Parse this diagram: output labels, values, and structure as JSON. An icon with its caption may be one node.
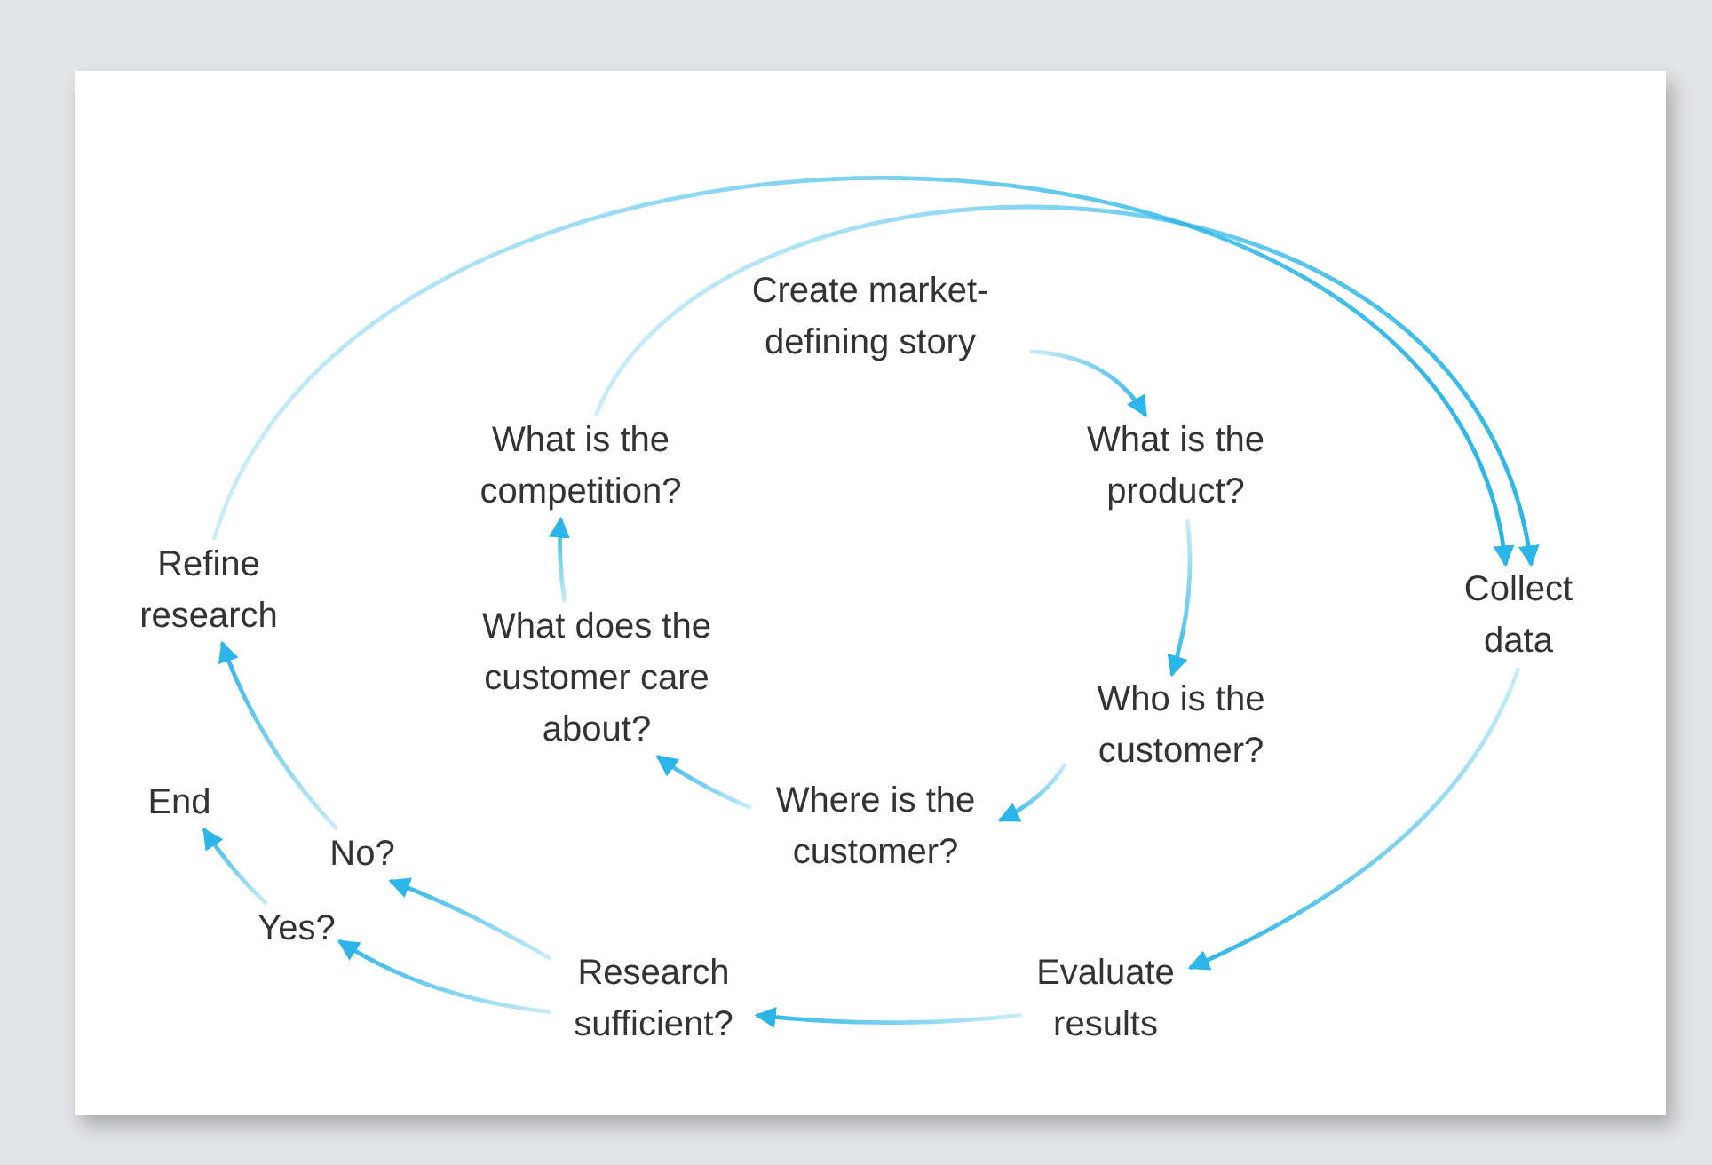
{
  "diagram": {
    "nodes": [
      {
        "text": [
          "Create market-defining story"
        ]
      },
      {
        "text": [
          "What is the product?"
        ]
      },
      {
        "text": [
          "Who is the customer?"
        ]
      },
      {
        "text": [
          "Where is the customer?"
        ]
      },
      {
        "text": [
          "What does the customer care about?"
        ]
      },
      {
        "text": [
          "What is the competition?"
        ]
      },
      {
        "text": [
          "Collect data"
        ]
      },
      {
        "text": [
          "Evaluate results"
        ]
      },
      {
        "text": [
          "Research sufficient?"
        ]
      },
      {
        "text": [
          "Yes?"
        ]
      },
      {
        "text": [
          "No?"
        ]
      },
      {
        "text": [
          "End"
        ]
      },
      {
        "text": [
          "Refine research"
        ]
      }
    ],
    "edges": [
      {
        "from": 0,
        "to": 1,
        "arrow": "to"
      },
      {
        "from": 1,
        "to": 2,
        "arrow": "to"
      },
      {
        "from": 2,
        "to": 3,
        "arrow": "to"
      },
      {
        "from": 3,
        "to": 4,
        "arrow": "to"
      },
      {
        "from": 4,
        "to": 5,
        "arrow": "to"
      },
      {
        "from": 5,
        "to": 6,
        "arrow": "to"
      },
      {
        "from": 12,
        "to": 6,
        "arrow": "to"
      },
      {
        "from": 6,
        "to": 7,
        "arrow": "to"
      },
      {
        "from": 7,
        "to": 8,
        "arrow": "to"
      },
      {
        "from": 8,
        "to": 9,
        "arrow": "to"
      },
      {
        "from": 8,
        "to": 10,
        "arrow": "to"
      },
      {
        "from": 9,
        "to": 11,
        "arrow": "to"
      },
      {
        "from": 10,
        "to": 12,
        "arrow": "to"
      }
    ]
  }
}
